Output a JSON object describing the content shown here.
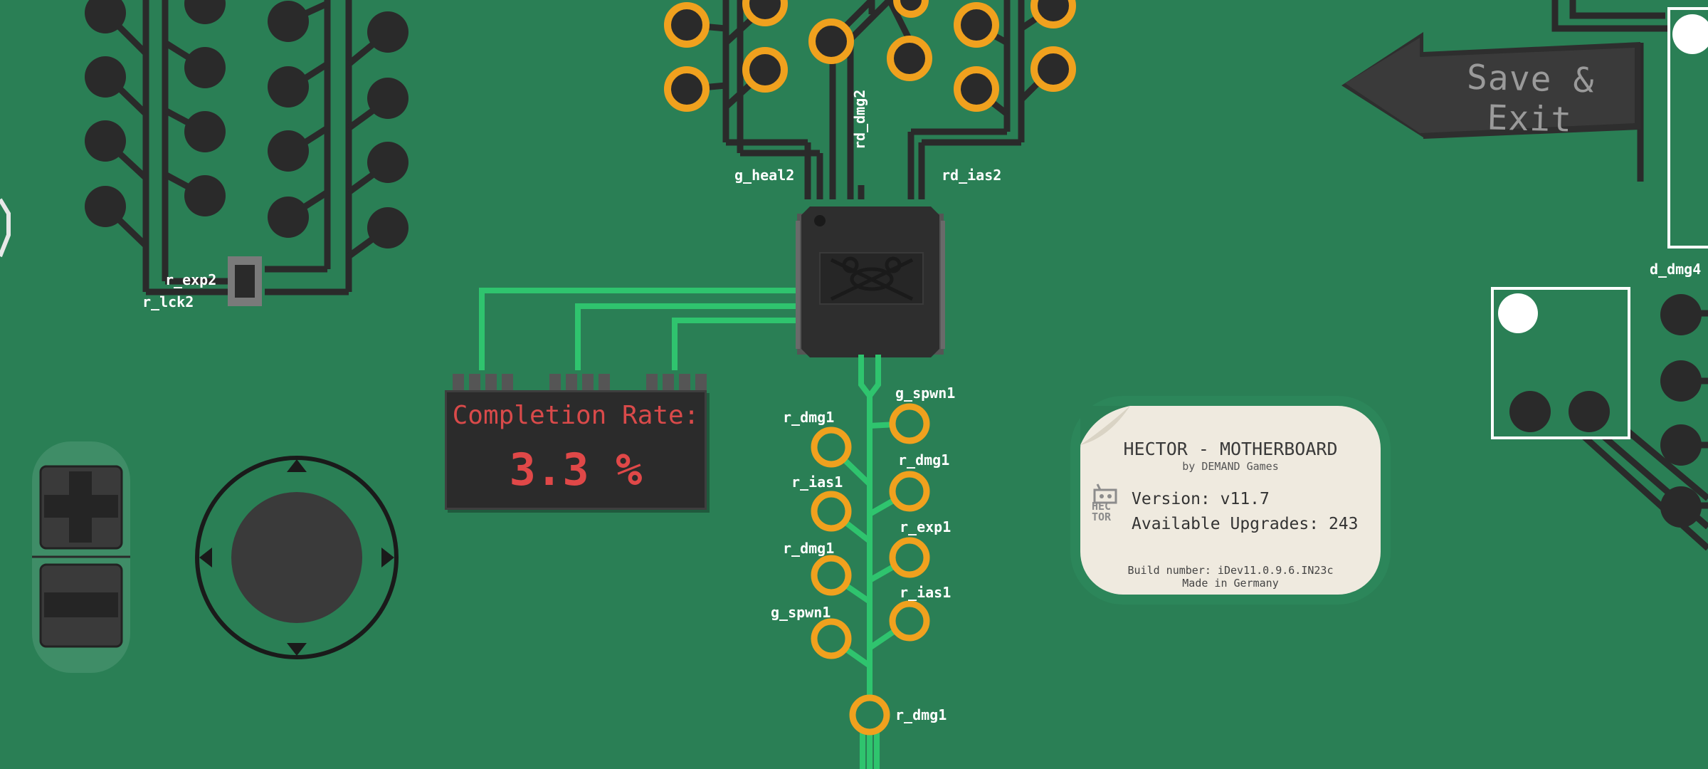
{
  "menu": {
    "save_exit_label": "Save & Exit"
  },
  "completion": {
    "title": "Completion Rate:",
    "value": "3.3 %"
  },
  "info_card": {
    "title": "HECTOR - MOTHERBOARD",
    "subtitle": "by DEMAND Games",
    "version": "Version: v11.7",
    "upgrades": "Available Upgrades: 243",
    "build": "Build number: iDev11.0.9.6.IN23c",
    "made_in": "Made in Germany",
    "logo_text": "HEC TOR"
  },
  "labels": {
    "g_heal2": "g_heal2",
    "rd_dmg2": "rd_dmg2",
    "rd_ias2": "rd_ias2",
    "r_exp2": "r_exp2",
    "r_lck2": "r_lck2",
    "d_dmg": "d_dmg4",
    "g_spwn1_a": "g_spwn1",
    "r_dmg1_a": "r_dmg1",
    "r_dmg1_b": "r_dmg1",
    "r_ias1_a": "r_ias1",
    "r_exp1": "r_exp1",
    "r_dmg1_c": "r_dmg1",
    "r_ias1_b": "r_ias1",
    "g_spwn1_b": "g_spwn1",
    "r_dmg1_d": "r_dmg1"
  },
  "colors": {
    "board": "#2a7f55",
    "trace_dark": "#2a2a2a",
    "trace_green": "#2fc46e",
    "node_ring": "#f0a11e",
    "node_core": "#2a2a2a",
    "display_text": "#e04848",
    "card_bg": "#efeadf"
  },
  "icons": {
    "zoom_in": "plus-icon",
    "zoom_out": "minus-icon",
    "dpad": "joystick-icon",
    "chip": "hector-chip-icon"
  }
}
